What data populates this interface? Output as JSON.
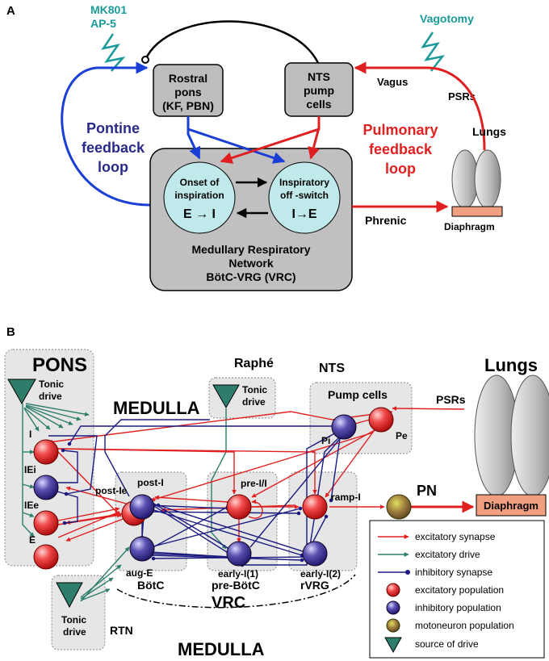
{
  "panel_a": {
    "label": "A",
    "drug1": "MK801",
    "drug2": "AP-5",
    "vagotomy": "Vagotomy",
    "rostral_pons": [
      "Rostral",
      "pons",
      "(KF, PBN)"
    ],
    "nts_pump": [
      "NTS",
      "pump",
      "cells"
    ],
    "vagus": "Vagus",
    "psrs": "PSRs",
    "lungs": "Lungs",
    "pontine_loop": [
      "Pontine",
      "feedback",
      "loop"
    ],
    "pulmonary_loop": [
      "Pulmonary",
      "feedback",
      "loop"
    ],
    "onset": [
      "Onset of",
      "inspiration",
      "E → I"
    ],
    "offswitch": [
      "Inspiratory",
      "off -switch",
      "I→E"
    ],
    "phrenic": "Phrenic",
    "diaphragm": "Diaphragm",
    "network": [
      "Medullary Respiratory",
      "Network",
      "BötC-VRG (VRC)"
    ]
  },
  "panel_b": {
    "label": "B",
    "pons": "PONS",
    "tonic_pons": [
      "Tonic",
      "drive"
    ],
    "medulla_top": "MEDULLA",
    "raphe": "Raphé",
    "tonic_raphe": [
      "Tonic",
      "drive"
    ],
    "nts": "NTS",
    "pump_cells": "Pump cells",
    "psrs": "PSRs",
    "lungs": "Lungs",
    "pi": "Pi",
    "pe": "Pe",
    "pons_pops": [
      "I",
      "IEi",
      "IEe",
      "E"
    ],
    "post_ie": "post-Ie",
    "post_i": "post-I",
    "aug_e": "aug-E",
    "pre_i": "pre-I/I",
    "early1": "early-I(1)",
    "ramp_i": "ramp-I",
    "early2": "early-I(2)",
    "pn": "PN",
    "diaphragm": "Diaphragm",
    "botc": "BötC",
    "pre_botc": "pre-BötC",
    "rvrg": "rVRG",
    "vrc": "VRC",
    "tonic_rtn": [
      "Tonic",
      "drive"
    ],
    "rtn": "RTN",
    "medulla_bottom": "MEDULLA"
  },
  "legend": {
    "items": [
      {
        "label": "excitatory synapse",
        "kind": "red-arrow"
      },
      {
        "label": "excitatory drive",
        "kind": "green-arrow"
      },
      {
        "label": "inhibitory synapse",
        "kind": "blue-dot"
      },
      {
        "label": "excitatory population",
        "kind": "red-circle"
      },
      {
        "label": "inhibitory population",
        "kind": "blue-circle"
      },
      {
        "label": "motoneuron population",
        "kind": "brown-circle"
      },
      {
        "label": "source of drive",
        "kind": "green-triangle"
      }
    ]
  },
  "colors": {
    "excitatory": "#e02020",
    "inhibitory": "#1a1a80",
    "drive": "#2e7d6b",
    "pontine": "#1a3fd6",
    "box_gray": "#bdbdbd",
    "cyan_text": "#1a9a9a"
  }
}
